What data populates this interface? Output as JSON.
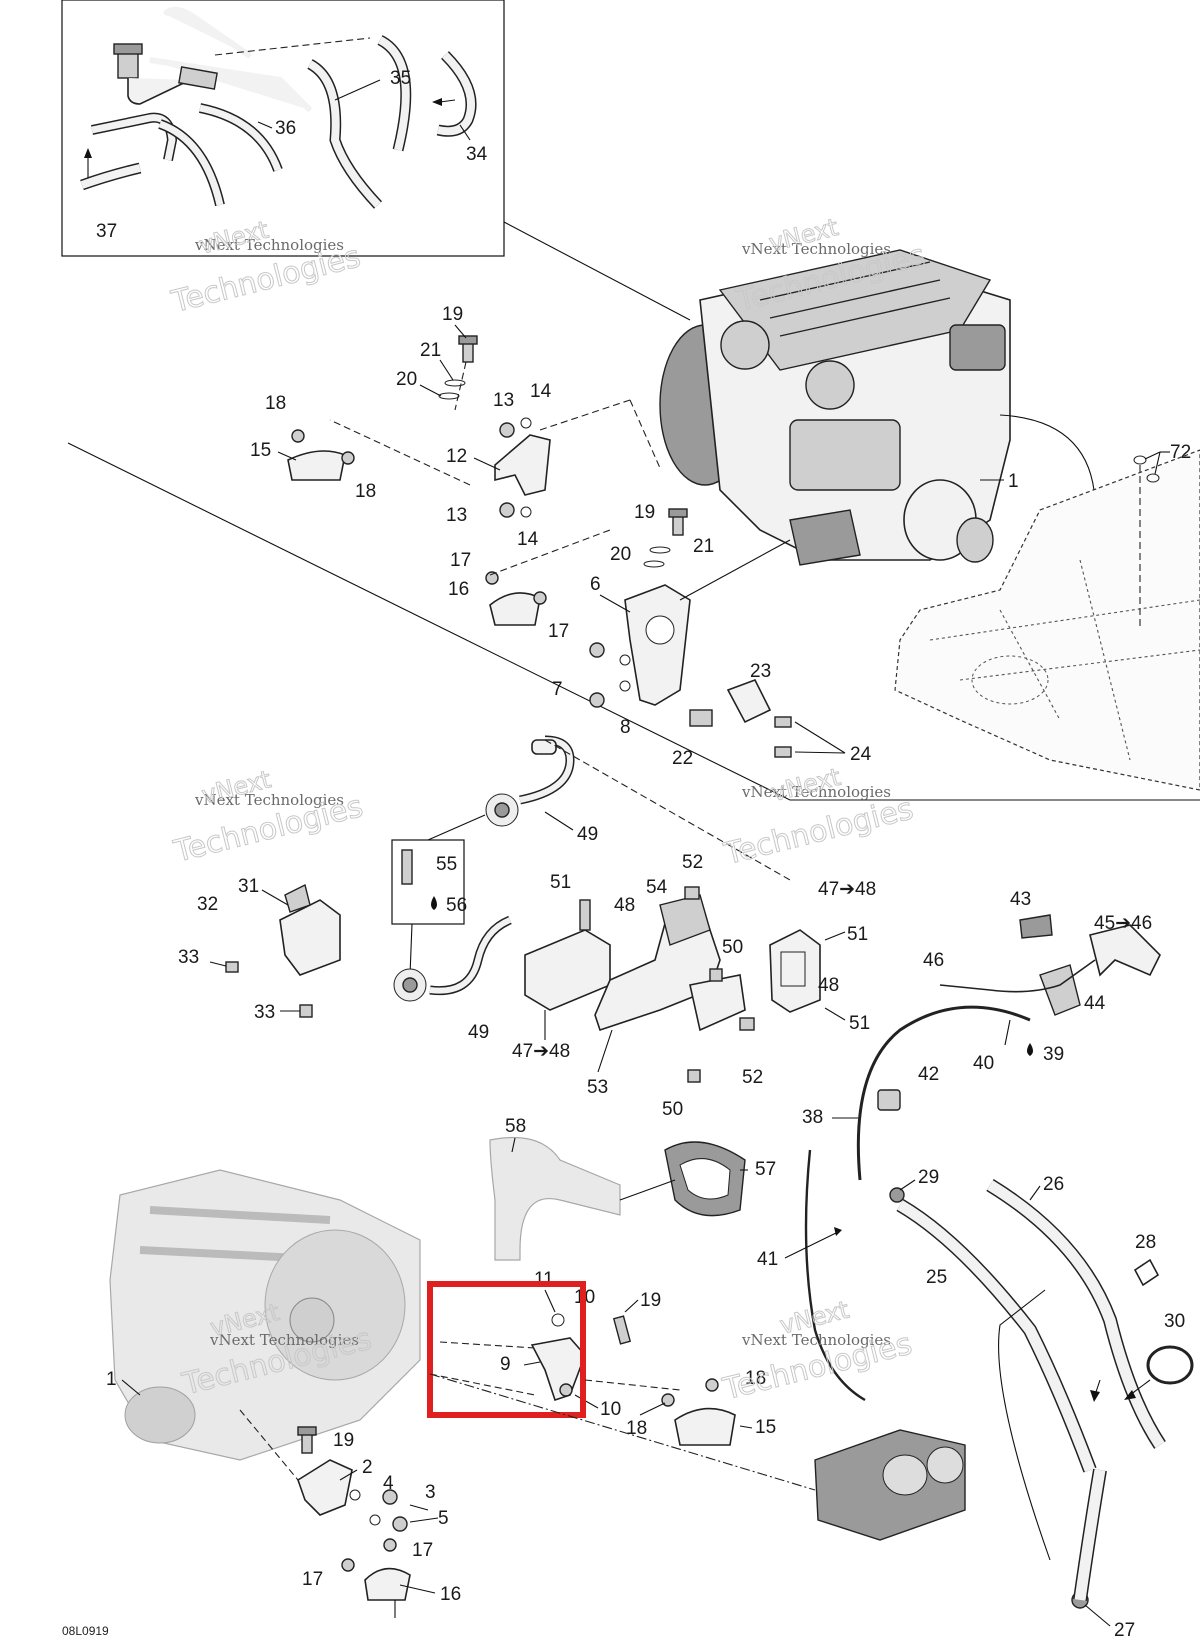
{
  "diagram_code": "08L0919",
  "watermark": {
    "line1": "vNext",
    "line2": "Technologies",
    "full": "vNext Technologies"
  },
  "callouts": {
    "c1a": "1",
    "c1b": "1",
    "c2": "2",
    "c3": "3",
    "c4": "4",
    "c5": "5",
    "c6": "6",
    "c7": "7",
    "c8": "8",
    "c9": "9",
    "c10": "10",
    "c11": "11",
    "c12": "12",
    "c13a": "13",
    "c13b": "13",
    "c14a": "14",
    "c14b": "14",
    "c15a": "15",
    "c15b": "15",
    "c16a": "16",
    "c16b": "16",
    "c17a": "17",
    "c17b": "17",
    "c17c": "17",
    "c17d": "17",
    "c18a": "18",
    "c18b": "18",
    "c18c": "18",
    "c18d": "18",
    "c19a": "19",
    "c19b": "19",
    "c19c": "19",
    "c19d": "19",
    "c20a": "20",
    "c20b": "20",
    "c21a": "21",
    "c21b": "21",
    "c22": "22",
    "c23": "23",
    "c24": "24",
    "c25": "25",
    "c26": "26",
    "c27": "27",
    "c28": "28",
    "c29": "29",
    "c30": "30",
    "c31": "31",
    "c32": "32",
    "c33a": "33",
    "c33b": "33",
    "c34": "34",
    "c35": "35",
    "c36": "36",
    "c37": "37",
    "c38": "38",
    "c39": "39",
    "c40": "40",
    "c41": "41",
    "c42": "42",
    "c43": "43",
    "c44": "44",
    "c45": "45➔46",
    "c46": "46",
    "c47a": "47➔48",
    "c47b": "47➔48",
    "c48a": "48",
    "c48b": "48",
    "c49a": "49",
    "c49b": "49",
    "c50a": "50",
    "c50b": "50",
    "c51a": "51",
    "c51b": "51",
    "c51c": "51",
    "c52a": "52",
    "c52b": "52",
    "c53": "53",
    "c54": "54",
    "c55": "55",
    "c56": "56",
    "c57": "57",
    "c58": "58",
    "c72": "72"
  },
  "highlight_color": "#e01f1f"
}
